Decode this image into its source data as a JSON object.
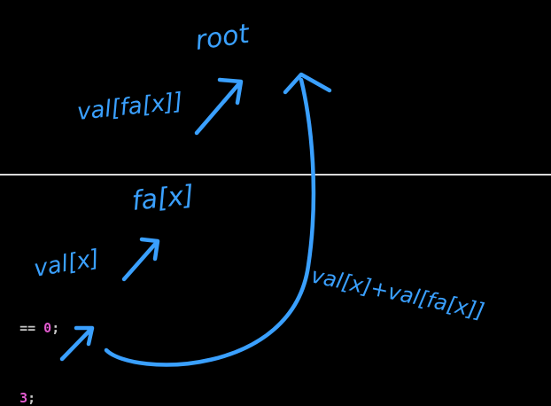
{
  "code": {
    "line1": {
      "op": "== ",
      "num": "0",
      "punc": ";"
    },
    "line2": {
      "num": "3",
      "punc": ";"
    }
  },
  "annotations": {
    "root": "root",
    "val_top": "val[fa[x]]",
    "fa": "fa[x]",
    "val_mid": "val[x]",
    "val_right": "val[x]+val[fa[x]]"
  },
  "colors": {
    "ink": "#3aa0ff",
    "divider": "#d9d9d9",
    "background": "#000000",
    "number": "#e35bd0",
    "code_text": "#c8c8c8"
  }
}
